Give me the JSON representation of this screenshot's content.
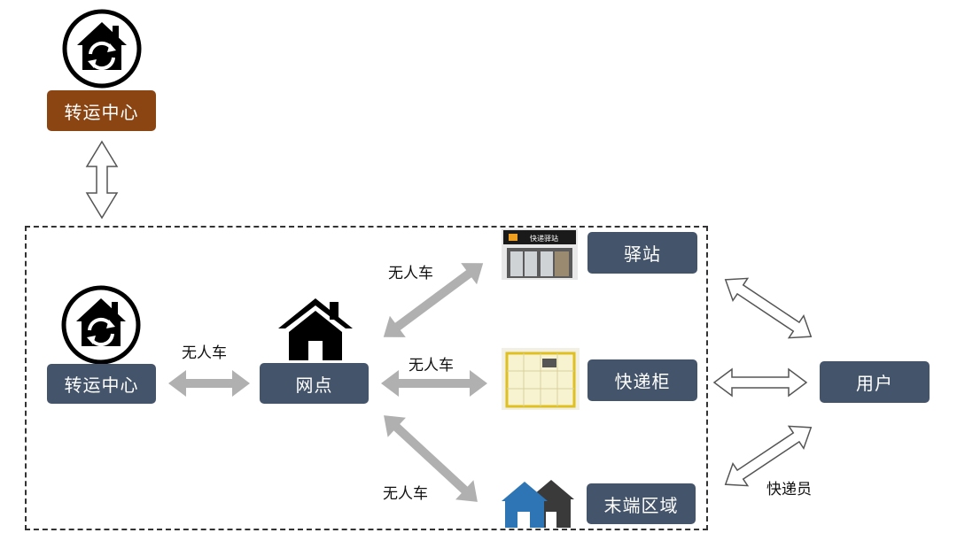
{
  "nodes": {
    "transfer_top": "转运中心",
    "transfer_left": "转运中心",
    "outlet": "网点",
    "station": "驿站",
    "locker": "快递柜",
    "terminal_area": "末端区域",
    "user": "用户"
  },
  "edges": {
    "transfer_outlet": "无人车",
    "outlet_station": "无人车",
    "outlet_locker": "无人车",
    "outlet_terminal": "无人车",
    "courier": "快递员"
  },
  "station_sign_text": "快递驿站",
  "colors": {
    "node_fill": "#44546a",
    "transfer_top_fill": "#8b4513",
    "arrow_gray": "#b0b0b0",
    "house_blue": "#2e75b6",
    "house_dark": "#3a3a3a"
  }
}
